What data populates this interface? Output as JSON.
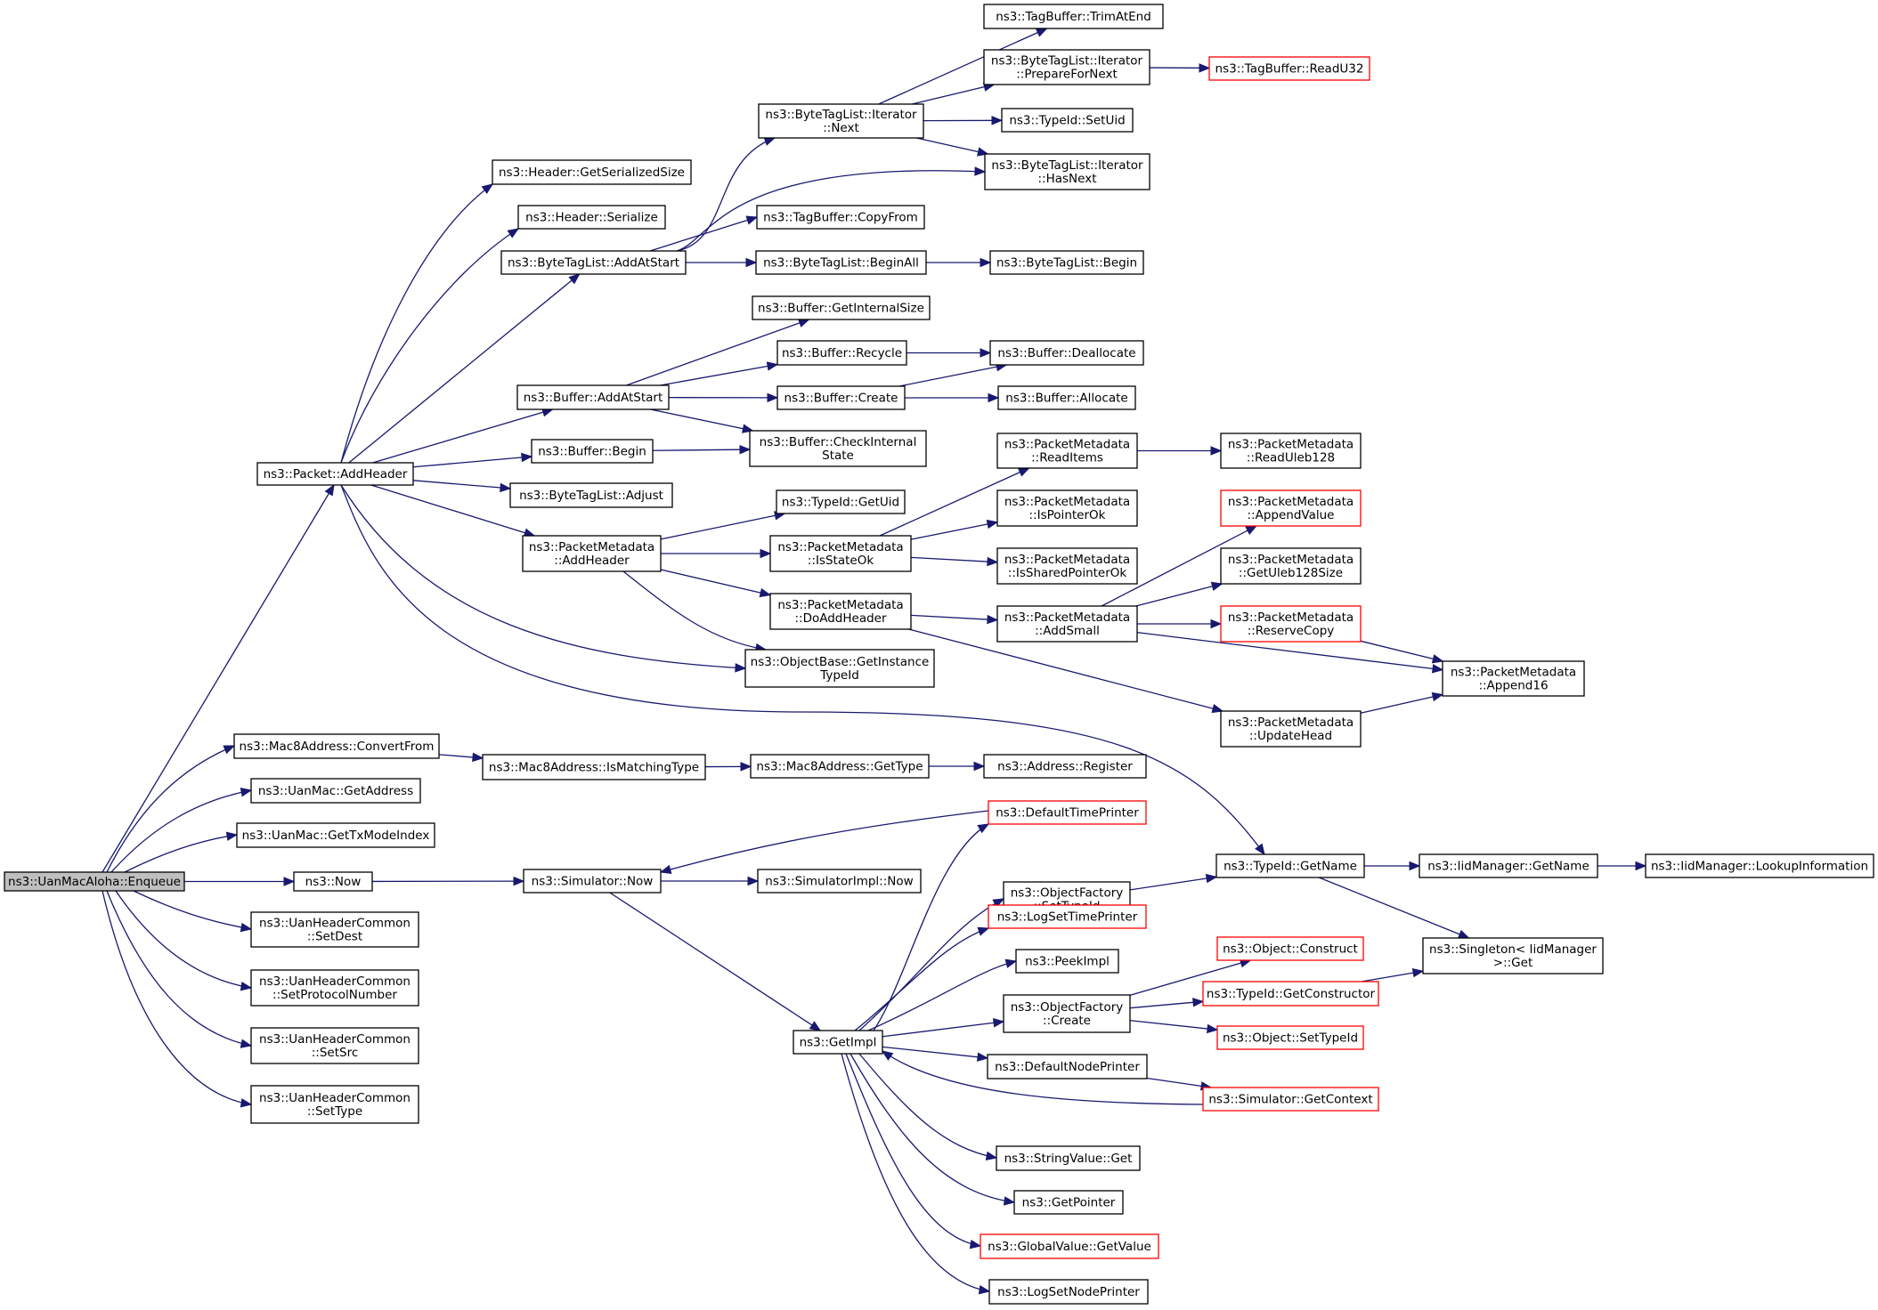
{
  "nodes": {
    "enqueue": {
      "lines": [
        "ns3::UanMacAloha::Enqueue"
      ],
      "root": true
    },
    "addHeader": {
      "lines": [
        "ns3::Packet::AddHeader"
      ]
    },
    "convertFrom": {
      "lines": [
        "ns3::Mac8Address::ConvertFrom"
      ]
    },
    "getAddress": {
      "lines": [
        "ns3::UanMac::GetAddress"
      ]
    },
    "getTxMode": {
      "lines": [
        "ns3::UanMac::GetTxModeIndex"
      ]
    },
    "now": {
      "lines": [
        "ns3::Now"
      ]
    },
    "setDest": {
      "lines": [
        "ns3::UanHeaderCommon",
        "::SetDest"
      ]
    },
    "setProto": {
      "lines": [
        "ns3::UanHeaderCommon",
        "::SetProtocolNumber"
      ]
    },
    "setSrc": {
      "lines": [
        "ns3::UanHeaderCommon",
        "::SetSrc"
      ]
    },
    "setType": {
      "lines": [
        "ns3::UanHeaderCommon",
        "::SetType"
      ]
    },
    "hdrGetSize": {
      "lines": [
        "ns3::Header::GetSerializedSize"
      ]
    },
    "hdrSerialize": {
      "lines": [
        "ns3::Header::Serialize"
      ]
    },
    "btlAddAtStart": {
      "lines": [
        "ns3::ByteTagList::AddAtStart"
      ]
    },
    "bufAddAtStart": {
      "lines": [
        "ns3::Buffer::AddAtStart"
      ]
    },
    "bufBegin": {
      "lines": [
        "ns3::Buffer::Begin"
      ]
    },
    "btlAdjust": {
      "lines": [
        "ns3::ByteTagList::Adjust"
      ]
    },
    "pmAddHeader": {
      "lines": [
        "ns3::PacketMetadata",
        "::AddHeader"
      ]
    },
    "isMatching": {
      "lines": [
        "ns3::Mac8Address::IsMatchingType"
      ]
    },
    "simNow": {
      "lines": [
        "ns3::Simulator::Now"
      ]
    },
    "itNext": {
      "lines": [
        "ns3::ByteTagList::Iterator",
        "::Next"
      ]
    },
    "tbCopyFrom": {
      "lines": [
        "ns3::TagBuffer::CopyFrom"
      ]
    },
    "btlBeginAll": {
      "lines": [
        "ns3::ByteTagList::BeginAll"
      ]
    },
    "bufGetInternal": {
      "lines": [
        "ns3::Buffer::GetInternalSize"
      ]
    },
    "bufRecycle": {
      "lines": [
        "ns3::Buffer::Recycle"
      ]
    },
    "bufCreate": {
      "lines": [
        "ns3::Buffer::Create"
      ]
    },
    "bufCheck": {
      "lines": [
        "ns3::Buffer::CheckInternal",
        "State"
      ]
    },
    "tidGetUid": {
      "lines": [
        "ns3::TypeId::GetUid"
      ]
    },
    "pmIsStateOk": {
      "lines": [
        "ns3::PacketMetadata",
        "::IsStateOk"
      ]
    },
    "pmDoAdd": {
      "lines": [
        "ns3::PacketMetadata",
        "::DoAddHeader"
      ]
    },
    "obGetTid": {
      "lines": [
        "ns3::ObjectBase::GetInstance",
        "TypeId"
      ]
    },
    "m8GetType": {
      "lines": [
        "ns3::Mac8Address::GetType"
      ]
    },
    "simImplNow": {
      "lines": [
        "ns3::SimulatorImpl::Now"
      ]
    },
    "getImpl": {
      "lines": [
        "ns3::GetImpl"
      ]
    },
    "tbTrim": {
      "lines": [
        "ns3::TagBuffer::TrimAtEnd"
      ]
    },
    "itPrepare": {
      "lines": [
        "ns3::ByteTagList::Iterator",
        "::PrepareForNext"
      ]
    },
    "tidSetUid": {
      "lines": [
        "ns3::TypeId::SetUid"
      ]
    },
    "itHasNext": {
      "lines": [
        "ns3::ByteTagList::Iterator",
        "::HasNext"
      ]
    },
    "btlBegin": {
      "lines": [
        "ns3::ByteTagList::Begin"
      ]
    },
    "bufDealloc": {
      "lines": [
        "ns3::Buffer::Deallocate"
      ]
    },
    "bufAlloc": {
      "lines": [
        "ns3::Buffer::Allocate"
      ]
    },
    "pmReadItems": {
      "lines": [
        "ns3::PacketMetadata",
        "::ReadItems"
      ]
    },
    "pmIsPtrOk": {
      "lines": [
        "ns3::PacketMetadata",
        "::IsPointerOk"
      ]
    },
    "pmIsSharedOk": {
      "lines": [
        "ns3::PacketMetadata",
        "::IsSharedPointerOk"
      ]
    },
    "pmAddSmall": {
      "lines": [
        "ns3::PacketMetadata",
        "::AddSmall"
      ]
    },
    "addrRegister": {
      "lines": [
        "ns3::Address::Register"
      ]
    },
    "defTimePrinter": {
      "lines": [
        "ns3::DefaultTimePrinter"
      ],
      "truncated": true
    },
    "ofSetTid": {
      "lines": [
        "ns3::ObjectFactory",
        "::SetTypeId"
      ]
    },
    "logSetTime": {
      "lines": [
        "ns3::LogSetTimePrinter"
      ],
      "truncated": true
    },
    "peekImpl": {
      "lines": [
        "ns3::PeekImpl"
      ]
    },
    "ofCreate": {
      "lines": [
        "ns3::ObjectFactory",
        "::Create"
      ]
    },
    "defNodePrinter": {
      "lines": [
        "ns3::DefaultNodePrinter"
      ]
    },
    "svGet": {
      "lines": [
        "ns3::StringValue::Get"
      ]
    },
    "getPointer": {
      "lines": [
        "ns3::GetPointer"
      ]
    },
    "gvGetValue": {
      "lines": [
        "ns3::GlobalValue::GetValue"
      ],
      "truncated": true
    },
    "logSetNode": {
      "lines": [
        "ns3::LogSetNodePrinter"
      ]
    },
    "tbReadU32": {
      "lines": [
        "ns3::TagBuffer::ReadU32"
      ],
      "truncated": true
    },
    "pmReadUleb": {
      "lines": [
        "ns3::PacketMetadata",
        "::ReadUleb128"
      ]
    },
    "pmAppendValue": {
      "lines": [
        "ns3::PacketMetadata",
        "::AppendValue"
      ],
      "truncated": true
    },
    "pmGetUlebSize": {
      "lines": [
        "ns3::PacketMetadata",
        "::GetUleb128Size"
      ]
    },
    "pmReserveCopy": {
      "lines": [
        "ns3::PacketMetadata",
        "::ReserveCopy"
      ],
      "truncated": true
    },
    "pmUpdateHead": {
      "lines": [
        "ns3::PacketMetadata",
        "::UpdateHead"
      ]
    },
    "tidGetName": {
      "lines": [
        "ns3::TypeId::GetName"
      ]
    },
    "objConstruct": {
      "lines": [
        "ns3::Object::Construct"
      ],
      "truncated": true
    },
    "tidGetCtor": {
      "lines": [
        "ns3::TypeId::GetConstructor"
      ],
      "truncated": true
    },
    "objSetTid": {
      "lines": [
        "ns3::Object::SetTypeId"
      ],
      "truncated": true
    },
    "simGetContext": {
      "lines": [
        "ns3::Simulator::GetContext"
      ],
      "truncated": true
    },
    "pmAppend16": {
      "lines": [
        "ns3::PacketMetadata",
        "::Append16"
      ]
    },
    "iidGetName": {
      "lines": [
        "ns3::IidManager::GetName"
      ]
    },
    "singletonGet": {
      "lines": [
        "ns3::Singleton< IidManager",
        ">::Get"
      ]
    },
    "iidLookup": {
      "lines": [
        "ns3::IidManager::LookupInformation"
      ]
    }
  },
  "edges": [
    [
      "enqueue",
      "addHeader"
    ],
    [
      "enqueue",
      "convertFrom"
    ],
    [
      "enqueue",
      "getAddress"
    ],
    [
      "enqueue",
      "getTxMode"
    ],
    [
      "enqueue",
      "now"
    ],
    [
      "enqueue",
      "setDest"
    ],
    [
      "enqueue",
      "setProto"
    ],
    [
      "enqueue",
      "setSrc"
    ],
    [
      "enqueue",
      "setType"
    ],
    [
      "addHeader",
      "hdrGetSize"
    ],
    [
      "addHeader",
      "hdrSerialize"
    ],
    [
      "addHeader",
      "btlAddAtStart"
    ],
    [
      "addHeader",
      "bufAddAtStart"
    ],
    [
      "addHeader",
      "bufBegin"
    ],
    [
      "addHeader",
      "btlAdjust"
    ],
    [
      "addHeader",
      "pmAddHeader"
    ],
    [
      "addHeader",
      "obGetTid"
    ],
    [
      "addHeader",
      "tidGetName"
    ],
    [
      "btlAddAtStart",
      "itNext"
    ],
    [
      "btlAddAtStart",
      "itHasNext"
    ],
    [
      "btlAddAtStart",
      "tbCopyFrom"
    ],
    [
      "btlAddAtStart",
      "btlBeginAll"
    ],
    [
      "itNext",
      "tbTrim"
    ],
    [
      "itNext",
      "itPrepare"
    ],
    [
      "itNext",
      "tidSetUid"
    ],
    [
      "itNext",
      "itHasNext"
    ],
    [
      "itPrepare",
      "tbReadU32"
    ],
    [
      "btlBeginAll",
      "btlBegin"
    ],
    [
      "bufAddAtStart",
      "bufGetInternal"
    ],
    [
      "bufAddAtStart",
      "bufRecycle"
    ],
    [
      "bufAddAtStart",
      "bufCreate"
    ],
    [
      "bufAddAtStart",
      "bufCheck"
    ],
    [
      "bufRecycle",
      "bufDealloc"
    ],
    [
      "bufCreate",
      "bufDealloc"
    ],
    [
      "bufCreate",
      "bufAlloc"
    ],
    [
      "bufBegin",
      "bufCheck"
    ],
    [
      "pmAddHeader",
      "tidGetUid"
    ],
    [
      "pmAddHeader",
      "pmIsStateOk"
    ],
    [
      "pmAddHeader",
      "pmDoAdd"
    ],
    [
      "pmAddHeader",
      "obGetTid"
    ],
    [
      "pmIsStateOk",
      "pmReadItems"
    ],
    [
      "pmIsStateOk",
      "pmIsPtrOk"
    ],
    [
      "pmIsStateOk",
      "pmIsSharedOk"
    ],
    [
      "pmReadItems",
      "pmReadUleb"
    ],
    [
      "pmDoAdd",
      "pmAddSmall"
    ],
    [
      "pmDoAdd",
      "pmUpdateHead"
    ],
    [
      "pmAddSmall",
      "pmAppendValue"
    ],
    [
      "pmAddSmall",
      "pmGetUlebSize"
    ],
    [
      "pmAddSmall",
      "pmReserveCopy"
    ],
    [
      "pmAddSmall",
      "pmAppend16"
    ],
    [
      "pmReserveCopy",
      "pmAppend16"
    ],
    [
      "pmUpdateHead",
      "pmAppend16"
    ],
    [
      "convertFrom",
      "isMatching"
    ],
    [
      "isMatching",
      "m8GetType"
    ],
    [
      "m8GetType",
      "addrRegister"
    ],
    [
      "now",
      "simNow"
    ],
    [
      "simNow",
      "simImplNow"
    ],
    [
      "simNow",
      "getImpl"
    ],
    [
      "defTimePrinter",
      "simNow"
    ],
    [
      "getImpl",
      "defTimePrinter"
    ],
    [
      "getImpl",
      "ofSetTid"
    ],
    [
      "getImpl",
      "logSetTime"
    ],
    [
      "getImpl",
      "peekImpl"
    ],
    [
      "getImpl",
      "ofCreate"
    ],
    [
      "getImpl",
      "defNodePrinter"
    ],
    [
      "getImpl",
      "svGet"
    ],
    [
      "getImpl",
      "getPointer"
    ],
    [
      "getImpl",
      "gvGetValue"
    ],
    [
      "getImpl",
      "logSetNode"
    ],
    [
      "simGetContext",
      "getImpl"
    ],
    [
      "defNodePrinter",
      "simGetContext"
    ],
    [
      "ofSetTid",
      "tidGetName"
    ],
    [
      "ofCreate",
      "objConstruct"
    ],
    [
      "ofCreate",
      "tidGetCtor"
    ],
    [
      "ofCreate",
      "objSetTid"
    ],
    [
      "tidGetCtor",
      "singletonGet"
    ],
    [
      "tidGetName",
      "iidGetName"
    ],
    [
      "tidGetName",
      "singletonGet"
    ],
    [
      "iidGetName",
      "iidLookup"
    ]
  ]
}
